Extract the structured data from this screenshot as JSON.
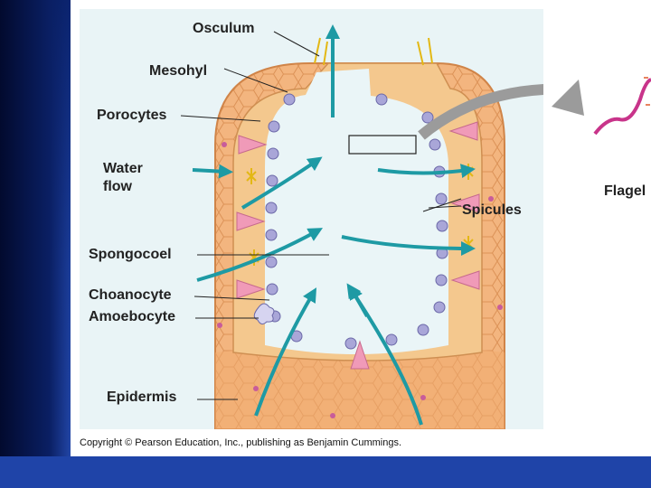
{
  "labels": {
    "osculum": "Osculum",
    "mesohyl": "Mesohyl",
    "porocytes": "Porocytes",
    "water_flow_1": "Water",
    "water_flow_2": "flow",
    "spicules": "Spicules",
    "spongocoel": "Spongocoel",
    "choanocyte": "Choanocyte",
    "amoebocyte": "Amoebocyte",
    "epidermis": "Epidermis",
    "flagellum_partial": "Flagel"
  },
  "copyright": "Copyright © Pearson Education, Inc., publishing as Benjamin Cummings.",
  "colors": {
    "background_blue": "#1f44a8",
    "panel_white": "#ffffff",
    "sponge_orange": "#f2b27a",
    "water_flow_teal": "#1e9aa4",
    "porocyte_pink": "#f09ab8",
    "choanocyte_purple": "#a9a6d8"
  }
}
